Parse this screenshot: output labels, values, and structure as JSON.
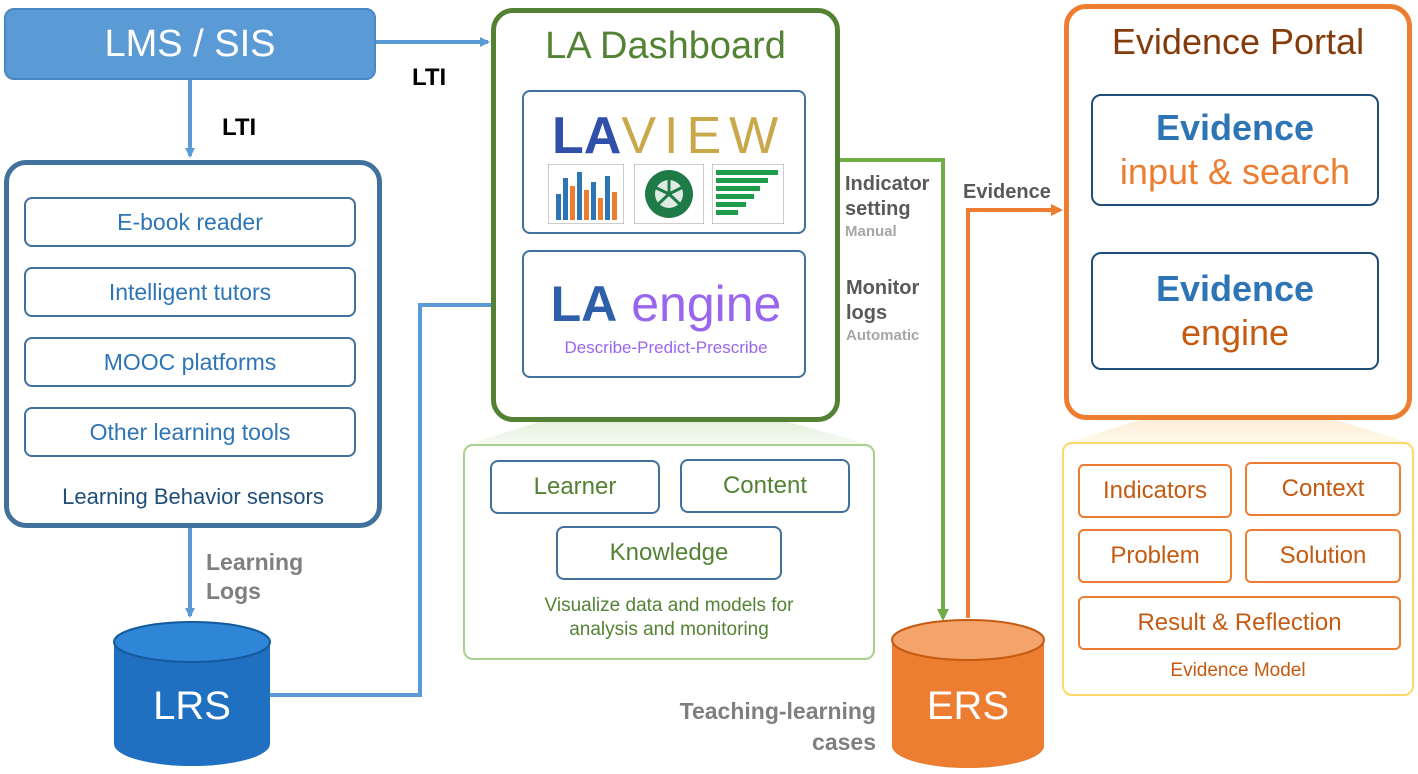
{
  "lms": {
    "title": "LMS / SIS"
  },
  "connectors": {
    "lti_right": "LTI",
    "lti_down": "LTI",
    "learning_logs": [
      "Learning",
      "Logs"
    ],
    "indicator_setting": [
      "Indicator",
      "setting"
    ],
    "indicator_mode": "Manual",
    "monitor_logs": [
      "Monitor",
      "logs"
    ],
    "monitor_mode": "Automatic",
    "evidence": "Evidence",
    "teaching_cases": [
      "Teaching-learning",
      "cases"
    ]
  },
  "sensors": {
    "items": [
      "E-book reader",
      "Intelligent tutors",
      "MOOC platforms",
      "Other learning tools"
    ],
    "caption": "Learning Behavior sensors"
  },
  "stores": {
    "lrs": "LRS",
    "ers": "ERS"
  },
  "la_dashboard": {
    "title": "LA Dashboard",
    "laview": {
      "part1": "LA",
      "part2": "VIEW"
    },
    "engine": {
      "part1": "LA",
      "part2": "engine",
      "subtitle": "Describe-Predict-Prescribe"
    }
  },
  "model": {
    "items": [
      "Learner",
      "Content",
      "Knowledge"
    ],
    "caption": [
      "Visualize data and models for",
      "analysis and monitoring"
    ]
  },
  "evidence_portal": {
    "title": "Evidence Portal",
    "box1": {
      "title": "Evidence",
      "sub": "input & search"
    },
    "box2": {
      "title": "Evidence",
      "sub": "engine"
    }
  },
  "evidence_model": {
    "items": [
      "Indicators",
      "Context",
      "Problem",
      "Solution",
      "Result & Reflection"
    ],
    "caption": "Evidence Model"
  },
  "colors": {
    "blue": "#5b9bd5",
    "dark_blue": "#41719c",
    "green": "#70ad47",
    "orange": "#ed7d31",
    "lrs": "#1f70c1"
  }
}
